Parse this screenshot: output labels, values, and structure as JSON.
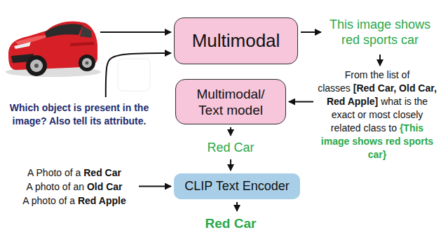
{
  "diagram": {
    "nodes": [
      {
        "text": [
          "Multimodal"
        ]
      },
      {
        "text": [
          "This image shows red sports car"
        ]
      },
      {
        "text": [
          "Multimodal/ Text model"
        ]
      },
      {
        "text": [
          "From the list of classes",
          "[Red Car, Old Car, Red Apple]",
          "what is the exact or most closely related class to",
          "{This image shows red sports car}"
        ]
      },
      {
        "text": [
          "Which object is present in the image? Also tell its attribute."
        ]
      },
      {
        "text": [
          "Red Car"
        ]
      },
      {
        "text": [
          "A Photo of a",
          "Red Car",
          "A photo of an",
          "Old Car",
          "A photo of a",
          "Red Apple"
        ]
      },
      {
        "text": [
          "CLIP Text Encoder"
        ]
      },
      {
        "text": [
          "Red Car"
        ]
      }
    ],
    "edges": [
      {
        "from": 0,
        "to": 1,
        "arrow": "to"
      },
      {
        "from": 1,
        "to": 3,
        "arrow": "to"
      },
      {
        "from": 3,
        "to": 2,
        "arrow": "to"
      },
      {
        "from": 4,
        "to": 0,
        "arrow": "to"
      },
      {
        "from": 2,
        "to": 5,
        "arrow": "to"
      },
      {
        "from": 5,
        "to": 7,
        "arrow": "to"
      },
      {
        "from": 6,
        "to": 7,
        "arrow": "to"
      },
      {
        "from": 7,
        "to": 8,
        "arrow": "to"
      }
    ]
  }
}
